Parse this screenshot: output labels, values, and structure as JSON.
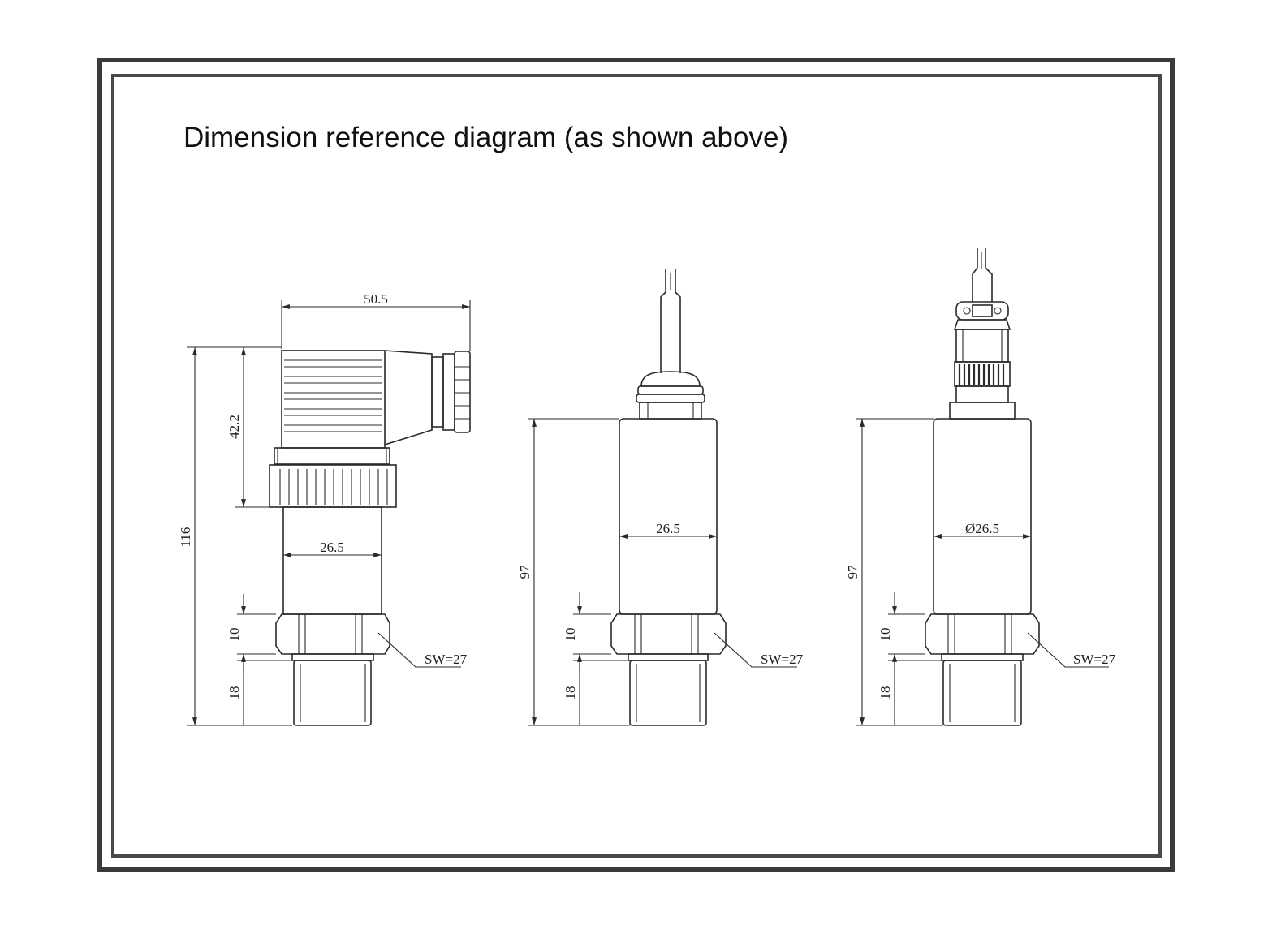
{
  "title": "Dimension reference diagram (as shown above)",
  "views": [
    {
      "name": "din-connector-version",
      "dims": {
        "top_width": "50.5",
        "connector_height": "42.2",
        "total_height": "116",
        "body_dia": "26.5",
        "hex_height": "10",
        "thread_height": "18",
        "wrench": "SW=27"
      }
    },
    {
      "name": "cable-gland-version",
      "dims": {
        "total_height": "97",
        "body_dia": "26.5",
        "hex_height": "10",
        "thread_height": "18",
        "wrench": "SW=27"
      }
    },
    {
      "name": "aviation-plug-version",
      "dims": {
        "total_height": "97",
        "body_dia": "Ø26.5",
        "hex_height": "10",
        "thread_height": "18",
        "wrench": "SW=27"
      }
    }
  ]
}
